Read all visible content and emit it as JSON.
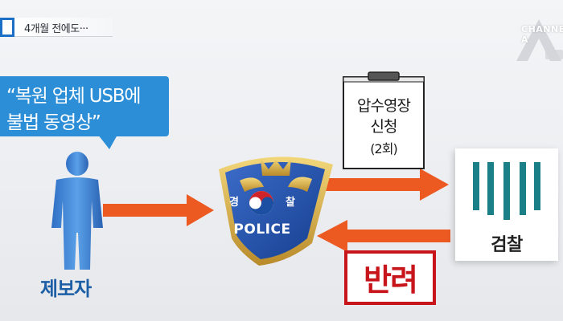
{
  "caption": {
    "text": "4개월 전에도···"
  },
  "logo": {
    "text": "CHANNEL A"
  },
  "bubble": {
    "line1": "“복원 업체 USB에",
    "line2": "불법 동영상”"
  },
  "informant": {
    "label": "제보자"
  },
  "police": {
    "label": "POLICE",
    "left_char": "경",
    "right_char": "찰"
  },
  "request": {
    "line1": "압수영장",
    "line2": "신청",
    "line3": "(2회)"
  },
  "prosecution": {
    "label": "검찰"
  },
  "rejection": {
    "label": "반려"
  },
  "colors": {
    "arrow": "#ec5a22",
    "bubble": "#2b8ed6",
    "informant": "#3b82d6",
    "stamp": "#c8151b",
    "badge_blue": "#1c4fa1",
    "badge_gold": "#d9b54a",
    "prosecution_teal": "#1a7f86"
  }
}
